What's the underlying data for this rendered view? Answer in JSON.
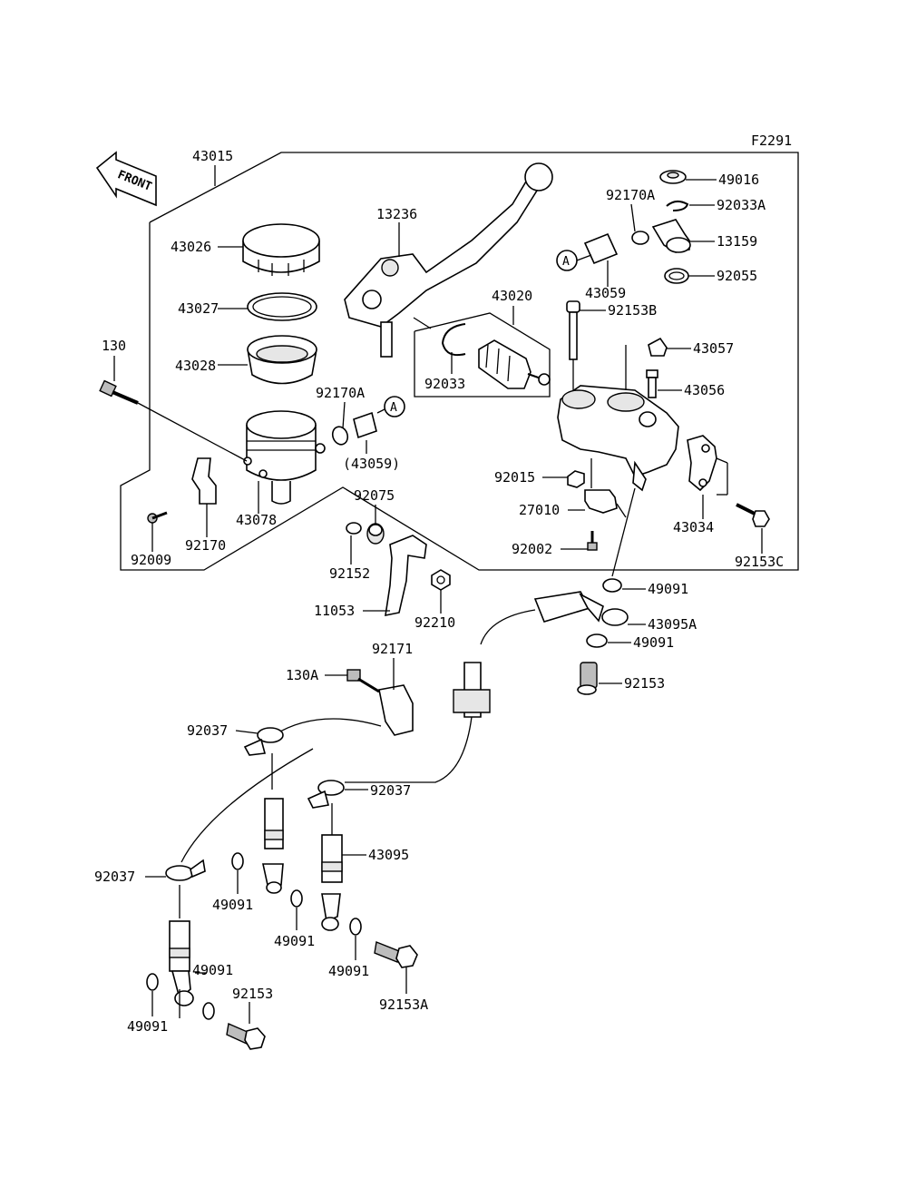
{
  "figure_code": "F2291",
  "front_arrow": {
    "label": "FRONT"
  },
  "callouts": {
    "A_top": "A",
    "A_left": "A"
  },
  "labels": {
    "p43015": "43015",
    "p43026": "43026",
    "p43027": "43027",
    "p43028": "43028",
    "p130": "130",
    "p92170A_left": "92170A",
    "p43059_paren": "(43059)",
    "p43078": "43078",
    "p92170": "92170",
    "p92009": "92009",
    "p92075": "92075",
    "p92152": "92152",
    "p11053": "11053",
    "p92210": "92210",
    "p13236": "13236",
    "p43020": "43020",
    "p92033": "92033",
    "p49016": "49016",
    "p92033A": "92033A",
    "p92170A_right": "92170A",
    "p13159": "13159",
    "p43059": "43059",
    "p92055": "92055",
    "p92153B": "92153B",
    "p43057": "43057",
    "p43056": "43056",
    "p92015": "92015",
    "p27010": "27010",
    "p92002": "92002",
    "p43034": "43034",
    "p92153C": "92153C",
    "p49091_a": "49091",
    "p43095A": "43095A",
    "p49091_b": "49091",
    "p92153_a": "92153",
    "p92171": "92171",
    "p130A": "130A",
    "p92037_a": "92037",
    "p92037_b": "92037",
    "p43095": "43095",
    "p92037_c": "92037",
    "p49091_c": "49091",
    "p49091_d": "49091",
    "p49091_e": "49091",
    "p49091_f": "49091",
    "p49091_g": "49091",
    "p92153_b": "92153",
    "p92153A": "92153A"
  }
}
